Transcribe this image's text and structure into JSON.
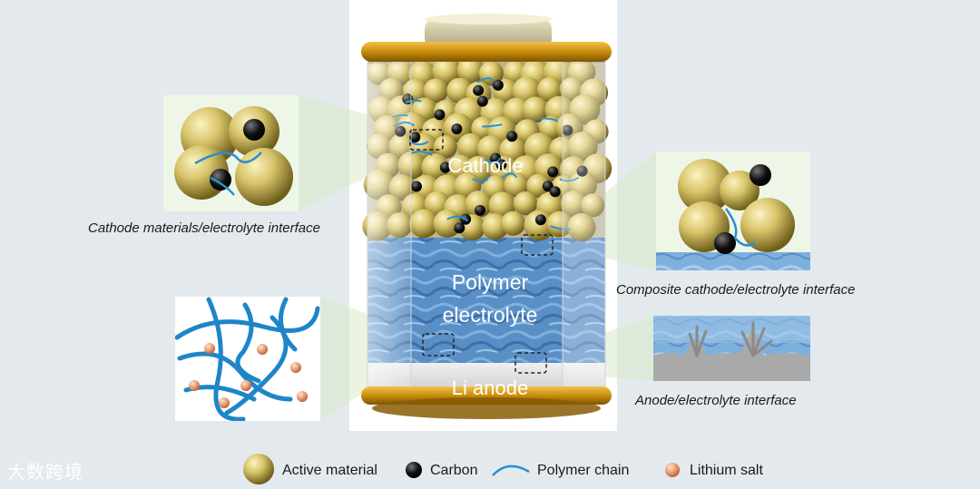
{
  "layers": {
    "cathode": "Cathode",
    "polymer_line1": "Polymer",
    "polymer_line2": "electrolyte",
    "anode": "Li anode"
  },
  "insets": {
    "cathode_interface": "Cathode materials/electrolyte interface",
    "composite_interface": "Composite cathode/electrolyte interface",
    "anode_interface": "Anode/electrolyte interface"
  },
  "legend": [
    {
      "label": "Active material",
      "icon": "active-material-sphere-icon"
    },
    {
      "label": "Carbon",
      "icon": "carbon-dot-icon"
    },
    {
      "label": "Polymer chain",
      "icon": "polymer-chain-icon"
    },
    {
      "label": "Lithium salt",
      "icon": "lithium-salt-dot-icon"
    }
  ],
  "watermark": "大数跨境",
  "colors": {
    "active_material": "#c9b458",
    "carbon": "#111111",
    "polymer_chain": "#2a8fd0",
    "lithium_salt": "#e8a07a",
    "casing_rim": "#c9900e",
    "electrolyte": "#4f86c0",
    "anode": "#d9d9d9"
  }
}
